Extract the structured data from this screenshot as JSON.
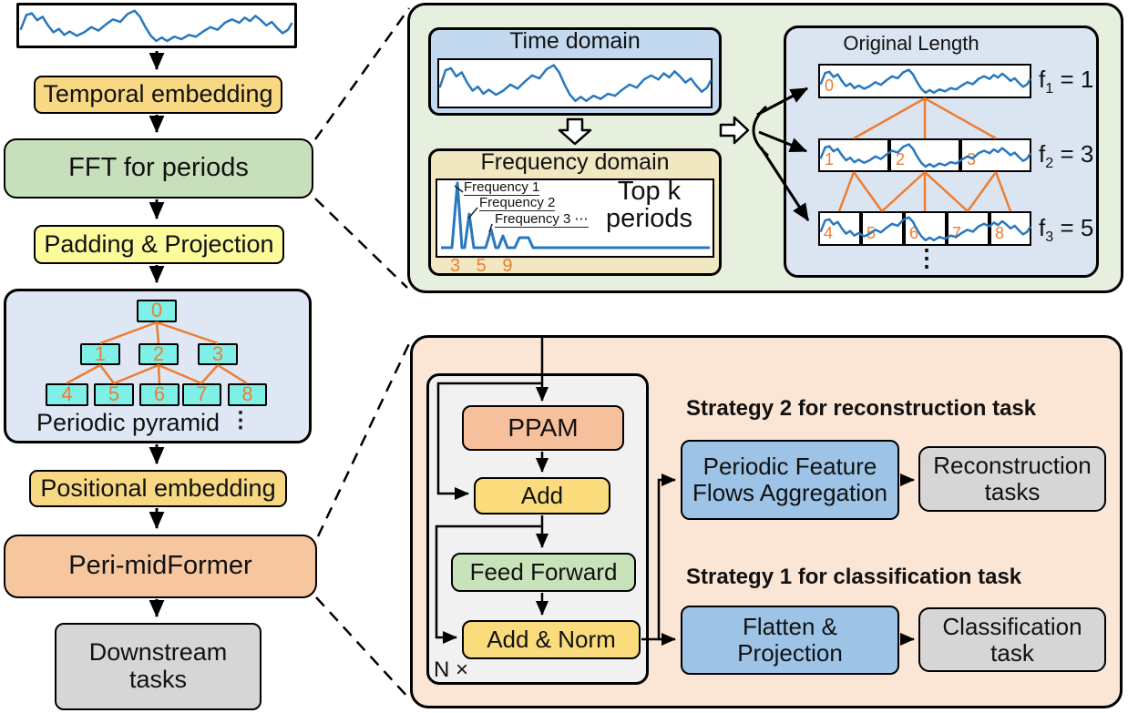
{
  "colors": {
    "wave_blue": "#2878BE",
    "orange_accent": "#ED7D31",
    "panel_green": "#E7F0DF",
    "panel_peach": "#FBE5D4",
    "embedding_gold": "#F8D883",
    "fft_green": "#C7DFBB",
    "padding_yellow": "#FBFB9C",
    "pyramid_panel_blue": "#DEE7F3",
    "pyramid_node_cyan": "#7FF0E8",
    "perimidformer_peach": "#F6C69E",
    "task_gray": "#D6D6D6",
    "time_domain_blue": "#C2D9F0",
    "frequency_domain_tan": "#F1E8C1",
    "original_length_blue": "#DBE5F1",
    "encoder_inner_gray": "#F1F1F1",
    "block_yellow": "#FBDC7C",
    "block_green": "#C8E3B9",
    "block_blue": "#9DC3E6",
    "ppam_peach": "#F5C09B"
  },
  "left_flow": {
    "temporal_embedding": "Temporal embedding",
    "fft_for_periods": "FFT for periods",
    "padding_projection": "Padding & Projection",
    "periodic_pyramid_label": "Periodic pyramid",
    "pyramid_ellipsis": "⋮",
    "pyramid_nodes": [
      "0",
      "1",
      "2",
      "3",
      "4",
      "5",
      "6",
      "7",
      "8"
    ],
    "positional_embedding": "Positional embedding",
    "peri_midformer": "Peri-midFormer",
    "downstream_tasks": "Downstream tasks"
  },
  "decomposition_panel": {
    "time_domain_title": "Time domain",
    "frequency_domain_title": "Frequency domain",
    "frequency_labels": [
      "Frequency 1",
      "Frequency 2",
      "Frequency 3 ⋯"
    ],
    "top_k_line1": "Top k",
    "top_k_line2": "periods",
    "selected_frequencies": "3 5 9",
    "original_length_title": "Original Length",
    "levels": [
      {
        "f_base": "f",
        "f_sub": "1",
        "f_value": "= 1",
        "segments": [
          "0"
        ]
      },
      {
        "f_base": "f",
        "f_sub": "2",
        "f_value": "= 3",
        "segments": [
          "1",
          "2",
          "3"
        ]
      },
      {
        "f_base": "f",
        "f_sub": "3",
        "f_value": "= 5",
        "segments": [
          "4",
          "5",
          "6",
          "7",
          "8"
        ]
      }
    ],
    "levels_ellipsis": "⋮"
  },
  "encoder_panel": {
    "ppam": "PPAM",
    "add": "Add",
    "feed_forward": "Feed Forward",
    "add_norm": "Add & Norm",
    "repeat": "N ×",
    "strategy2_title": "Strategy 2 for reconstruction task",
    "periodic_feature_flows_aggregation": "Periodic Feature Flows Aggregation",
    "reconstruction_tasks": "Reconstruction tasks",
    "strategy1_title": "Strategy 1 for classification task",
    "flatten_projection": "Flatten & Projection",
    "classification_task": "Classification task"
  }
}
